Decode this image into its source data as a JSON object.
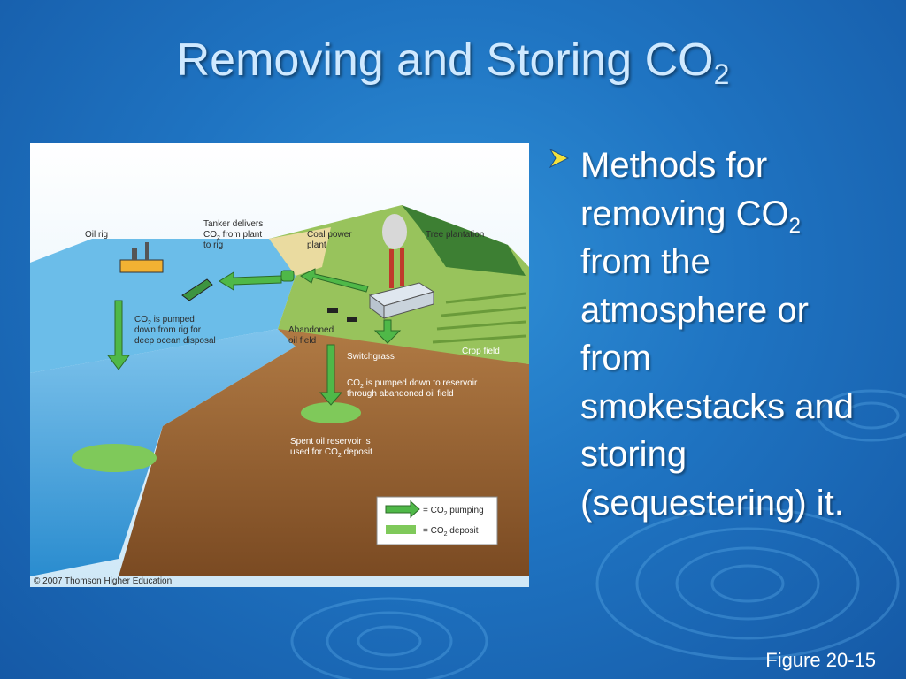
{
  "title": {
    "main": "Removing and Storing CO",
    "sub": "2"
  },
  "bullet": {
    "line1": "Methods for",
    "line2_main": "removing CO",
    "line2_sub": "2",
    "line3": "from the",
    "line4": "atmosphere or",
    "line5": "from",
    "line6": "smokestacks and",
    "line7": "storing",
    "line8": "(sequestering) it."
  },
  "caption": "Figure 20-15",
  "diagram": {
    "oil_rig": "Oil rig",
    "tanker_1": "Tanker delivers",
    "tanker_2_main": "CO",
    "tanker_2_sub": "2",
    "tanker_2_rest": " from plant",
    "tanker_3": "to rig",
    "coal_1": "Coal power",
    "coal_2": "plant",
    "tree": "Tree plantation",
    "pump_1_main": "CO",
    "pump_1_sub": "2",
    "pump_1_rest": " is pumped",
    "pump_2": "down from rig for",
    "pump_3": "deep ocean disposal",
    "aband_1": "Abandoned",
    "aband_2": "oil field",
    "switchgrass": "Switchgrass",
    "crop": "Crop field",
    "res_1_main": "CO",
    "res_1_sub": "2",
    "res_1_rest": " is pumped down to reservoir",
    "res_2": "through abandoned oil field",
    "spent_1": "Spent oil reservoir is",
    "spent_2_a": "used for CO",
    "spent_2_sub": "2",
    "spent_2_b": " deposit",
    "legend_pump_a": "= CO",
    "legend_pump_sub": "2",
    "legend_pump_b": " pumping",
    "legend_dep_a": "= CO",
    "legend_dep_sub": "2",
    "legend_dep_b": " deposit",
    "copyright": "© 2007 Thomson Higher Education"
  },
  "colors": {
    "background": "#1f74c2",
    "title": "#cfe9ff",
    "arrow": "#4fb848",
    "deposit": "#7fc95a",
    "ocean": "#3c9fd8",
    "soil": "#8b5a2b"
  }
}
